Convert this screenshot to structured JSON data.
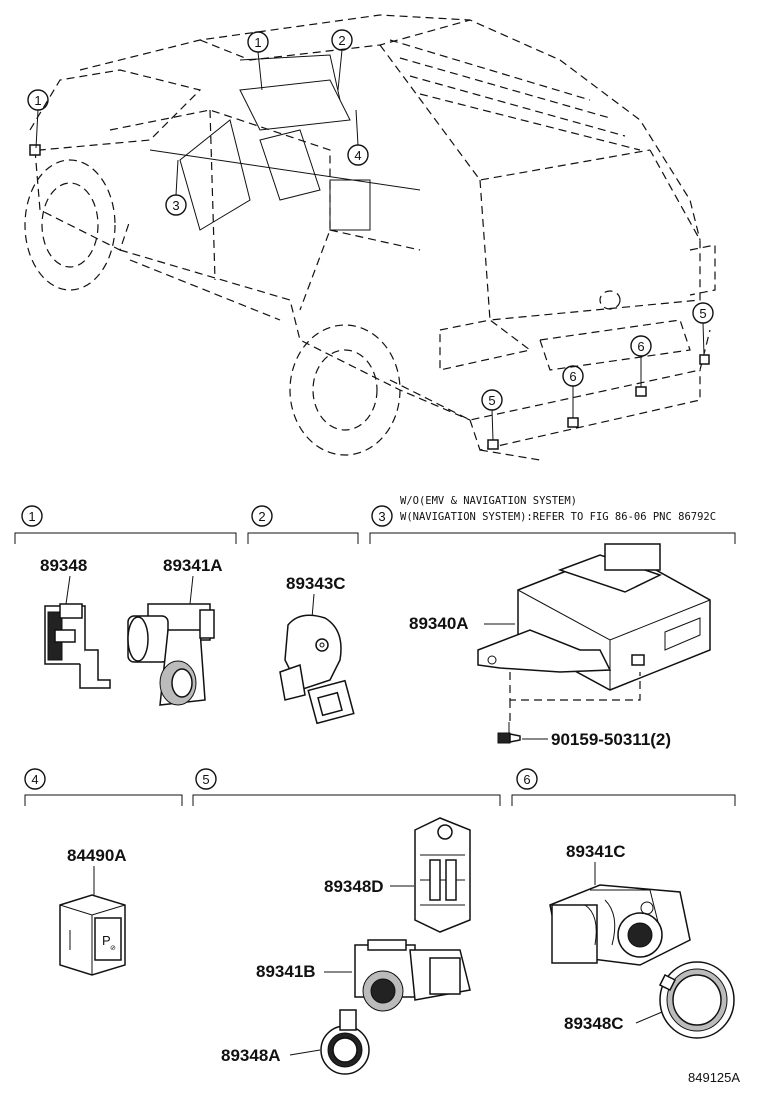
{
  "callouts": {
    "c1": "1",
    "c2": "2",
    "c3": "3",
    "c4": "4",
    "c5": "5",
    "c6": "6"
  },
  "groups": {
    "g1": {
      "num": "1"
    },
    "g2": {
      "num": "2"
    },
    "g3": {
      "num": "3",
      "note_line1": "W/O(EMV & NAVIGATION SYSTEM)",
      "note_line2": "W(NAVIGATION SYSTEM):REFER TO FIG 86-06 PNC 86792C"
    },
    "g4": {
      "num": "4"
    },
    "g5": {
      "num": "5"
    },
    "g6": {
      "num": "6"
    }
  },
  "parts": {
    "p89348": "89348",
    "p89341A": "89341A",
    "p89343C": "89343C",
    "p89340A": "89340A",
    "p90159": "90159-50311(2)",
    "p84490A": "84490A",
    "p89348D": "89348D",
    "p89341B": "89341B",
    "p89348A": "89348A",
    "p89341C": "89341C",
    "p89348C": "89348C"
  },
  "switch_text": "P",
  "diagram_ref": "849125A"
}
